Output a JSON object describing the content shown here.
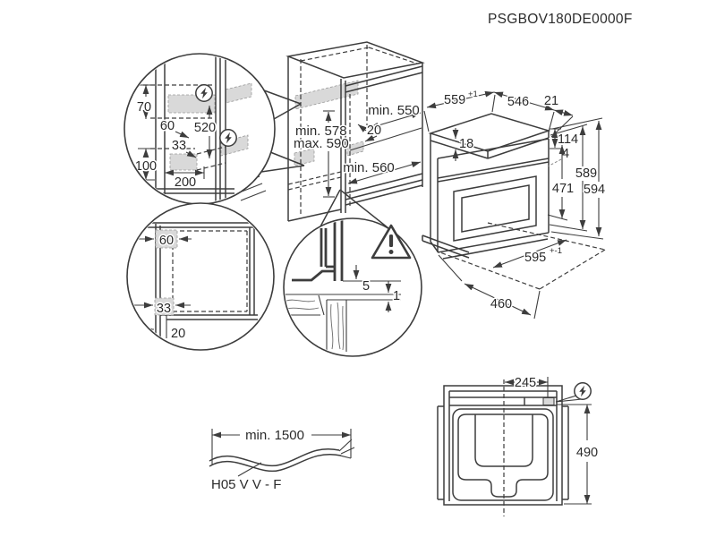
{
  "product_code": "PSGBOV180DE0000F",
  "colors": {
    "line": "#3d3d3d",
    "shade": "#d9d9d9",
    "background": "#ffffff",
    "text": "#2b2b2b"
  },
  "icons": {
    "power": "lightning-bolt",
    "warning": "warning-triangle"
  },
  "detail_side": {
    "d70": "70",
    "d60": "60",
    "d520": "520",
    "d33": "33",
    "d100": "100",
    "d200": "200"
  },
  "detail_front": {
    "d60": "60",
    "d33": "33",
    "d20": "20"
  },
  "detail_clearance": {
    "d5": "5",
    "d1": "1"
  },
  "niche": {
    "depth_top": "min. 550",
    "rail": "20",
    "height_min": "min. 578",
    "height_max": "max. 590",
    "depth_bottom": "min. 560"
  },
  "oven": {
    "w559": "559",
    "w559_tol": "+1",
    "w546": "546",
    "w21": "21",
    "g18": "18",
    "p114": "114",
    "g4": "4",
    "h471": "471",
    "h589": "589",
    "h594": "594",
    "d595": "595",
    "d595_tol": "+-1",
    "d460": "460"
  },
  "top_view": {
    "d245": "245",
    "d490": "490"
  },
  "cable": {
    "length": "min. 1500",
    "type": "H05 V V - F"
  }
}
